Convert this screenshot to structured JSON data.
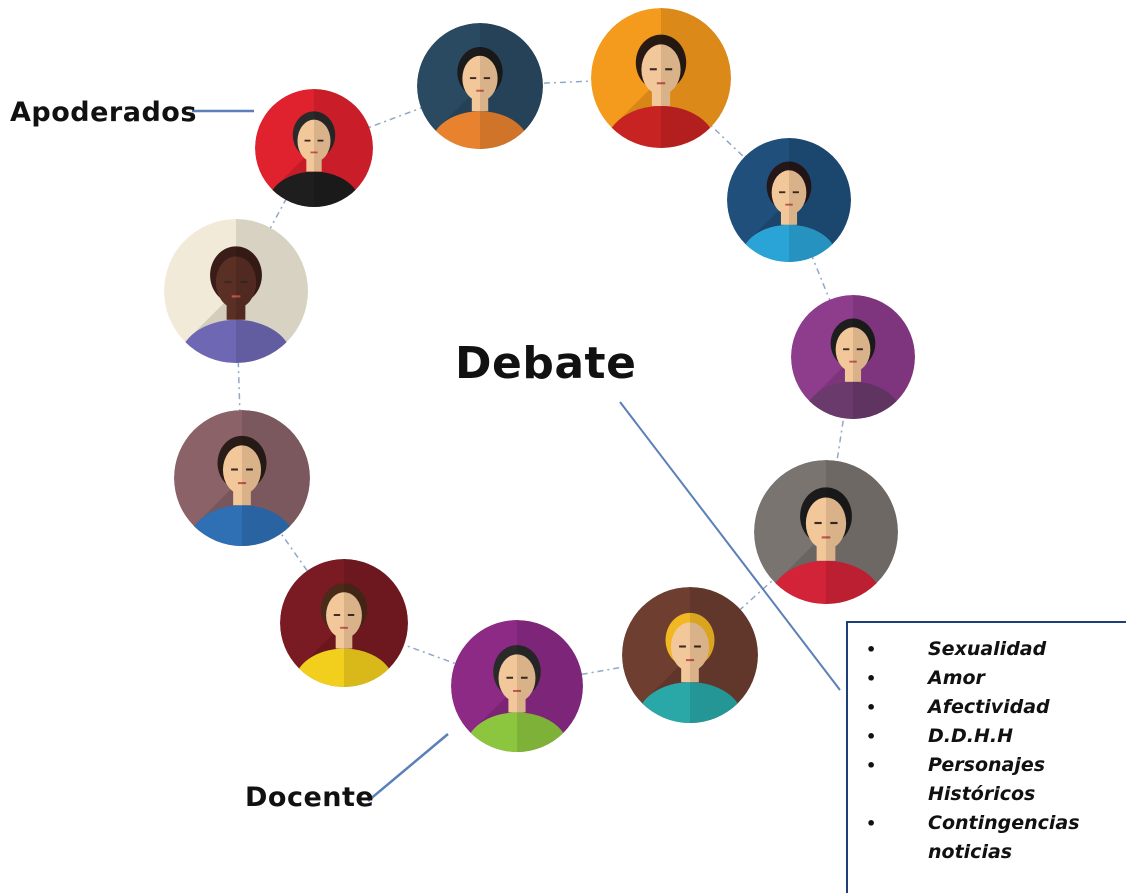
{
  "labels": {
    "apoderados": "Apoderados",
    "debate": "Debate",
    "docente": "Docente"
  },
  "topics": [
    "Sexualidad",
    "Amor",
    "Afectividad",
    "D.D.H.H",
    "Personajes Históricos",
    "Contingencias noticias"
  ],
  "topic_bullet": "•",
  "people": [
    {
      "name": "smiling-man",
      "bg": "#2a4a62",
      "skin": "#f2c79a",
      "hair": "#1b1b1b",
      "shirt": "#e8822e"
    },
    {
      "name": "man-bowtie",
      "bg": "#f49a1c",
      "skin": "#f2c79a",
      "hair": "#2a1a14",
      "shirt": "#c82323"
    },
    {
      "name": "woman-long-hair",
      "bg": "#1f4f7a",
      "skin": "#f2c79a",
      "hair": "#24171a",
      "shirt": "#2aa3d6"
    },
    {
      "name": "man-glasses-suit",
      "bg": "#8e3c8c",
      "skin": "#f2c79a",
      "hair": "#1e1e1e",
      "shirt": "#6a3a6c"
    },
    {
      "name": "man-curly-hair",
      "bg": "#7a7470",
      "skin": "#f2c79a",
      "hair": "#1b1b1b",
      "shirt": "#d32338"
    },
    {
      "name": "woman-curly-blonde",
      "bg": "#6e3e30",
      "skin": "#f2c79a",
      "hair": "#f2b824",
      "shirt": "#2aa8a8"
    },
    {
      "name": "bearded-man-teacher",
      "bg": "#8c2a86",
      "skin": "#f2c79a",
      "hair": "#2a2a2a",
      "shirt": "#8cc63f"
    },
    {
      "name": "woman-bangs",
      "bg": "#7a1a22",
      "skin": "#f2c79a",
      "hair": "#4a2a18",
      "shirt": "#f2cf1c"
    },
    {
      "name": "bald-bearded-man",
      "bg": "#8a6268",
      "skin": "#f2c79a",
      "hair": "#2a1d18",
      "shirt": "#2f6fb4"
    },
    {
      "name": "dark-skin-man",
      "bg": "#f1ead8",
      "skin": "#5a2f24",
      "hair": "#3a1d18",
      "shirt": "#6e67b4"
    },
    {
      "name": "woman-short-hair",
      "bg": "#e0212e",
      "skin": "#f2c79a",
      "hair": "#2a2a2a",
      "shirt": "#1e1e1e"
    }
  ],
  "colors": {
    "connector": "#5b7fb8",
    "ring": "#8fa8c8",
    "box_border": "#1f3f7a"
  }
}
